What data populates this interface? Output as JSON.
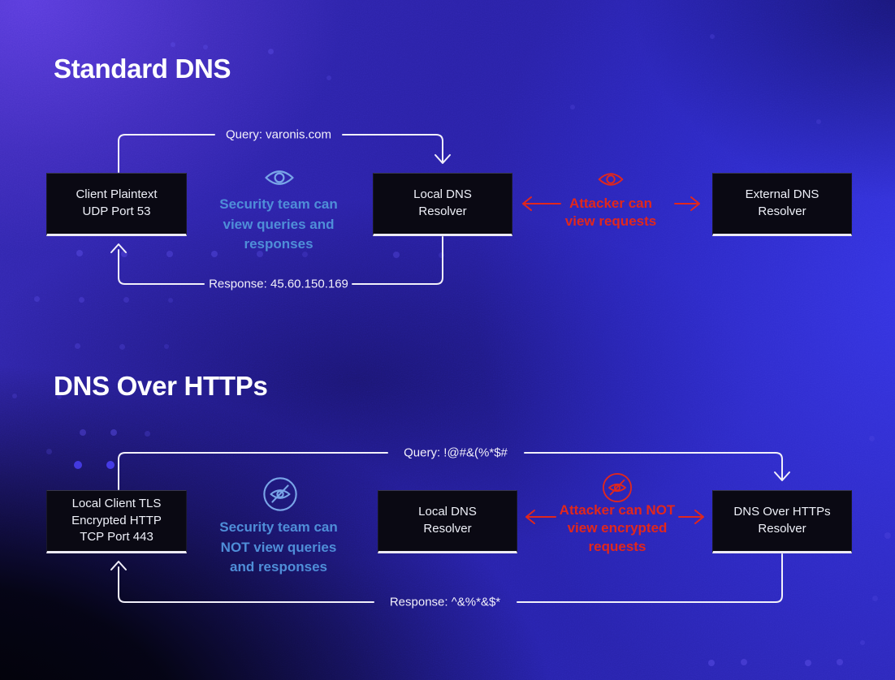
{
  "colors": {
    "background_purple": "#3a2cb4",
    "background_blue": "#2d2ccd",
    "background_dark": "#05040f",
    "box_background": "#0a0913",
    "line_white": "#f2f0fa",
    "accent_blue": "#4f8ed8",
    "icon_blue": "#79a5e8",
    "accent_red": "#e1271c"
  },
  "icons": {
    "visible": "eye-icon",
    "hidden": "eye-slash-icon"
  },
  "standard_dns": {
    "title": "Standard DNS",
    "query_label": "Query: varonis.com",
    "response_label": "Response: 45.60.150.169",
    "client_box": {
      "line1": "Client Plaintext",
      "line2": "UDP Port 53"
    },
    "local_resolver_box": {
      "line1": "Local DNS",
      "line2": "Resolver"
    },
    "external_resolver_box": {
      "line1": "External DNS",
      "line2": "Resolver"
    },
    "security_note": {
      "line1": "Security team can",
      "line2": "view queries and",
      "line3": "responses"
    },
    "attacker_note": {
      "line1": "Attacker can",
      "line2": "view requests"
    }
  },
  "dns_over_https": {
    "title": "DNS Over HTTPs",
    "query_label": "Query: !@#&(%*$#",
    "response_label": "Response: ^&%*&$*",
    "client_box": {
      "line1": "Local Client TLS",
      "line2": "Encrypted HTTP",
      "line3": "TCP Port 443"
    },
    "local_resolver_box": {
      "line1": "Local DNS",
      "line2": "Resolver"
    },
    "doh_resolver_box": {
      "line1": "DNS Over HTTPs",
      "line2": "Resolver"
    },
    "security_note": {
      "line1": "Security team can",
      "line2": "NOT view queries",
      "line3": "and responses"
    },
    "attacker_note": {
      "line1": "Attacker can NOT",
      "line2": "view encrypted",
      "line3": "requests"
    }
  }
}
